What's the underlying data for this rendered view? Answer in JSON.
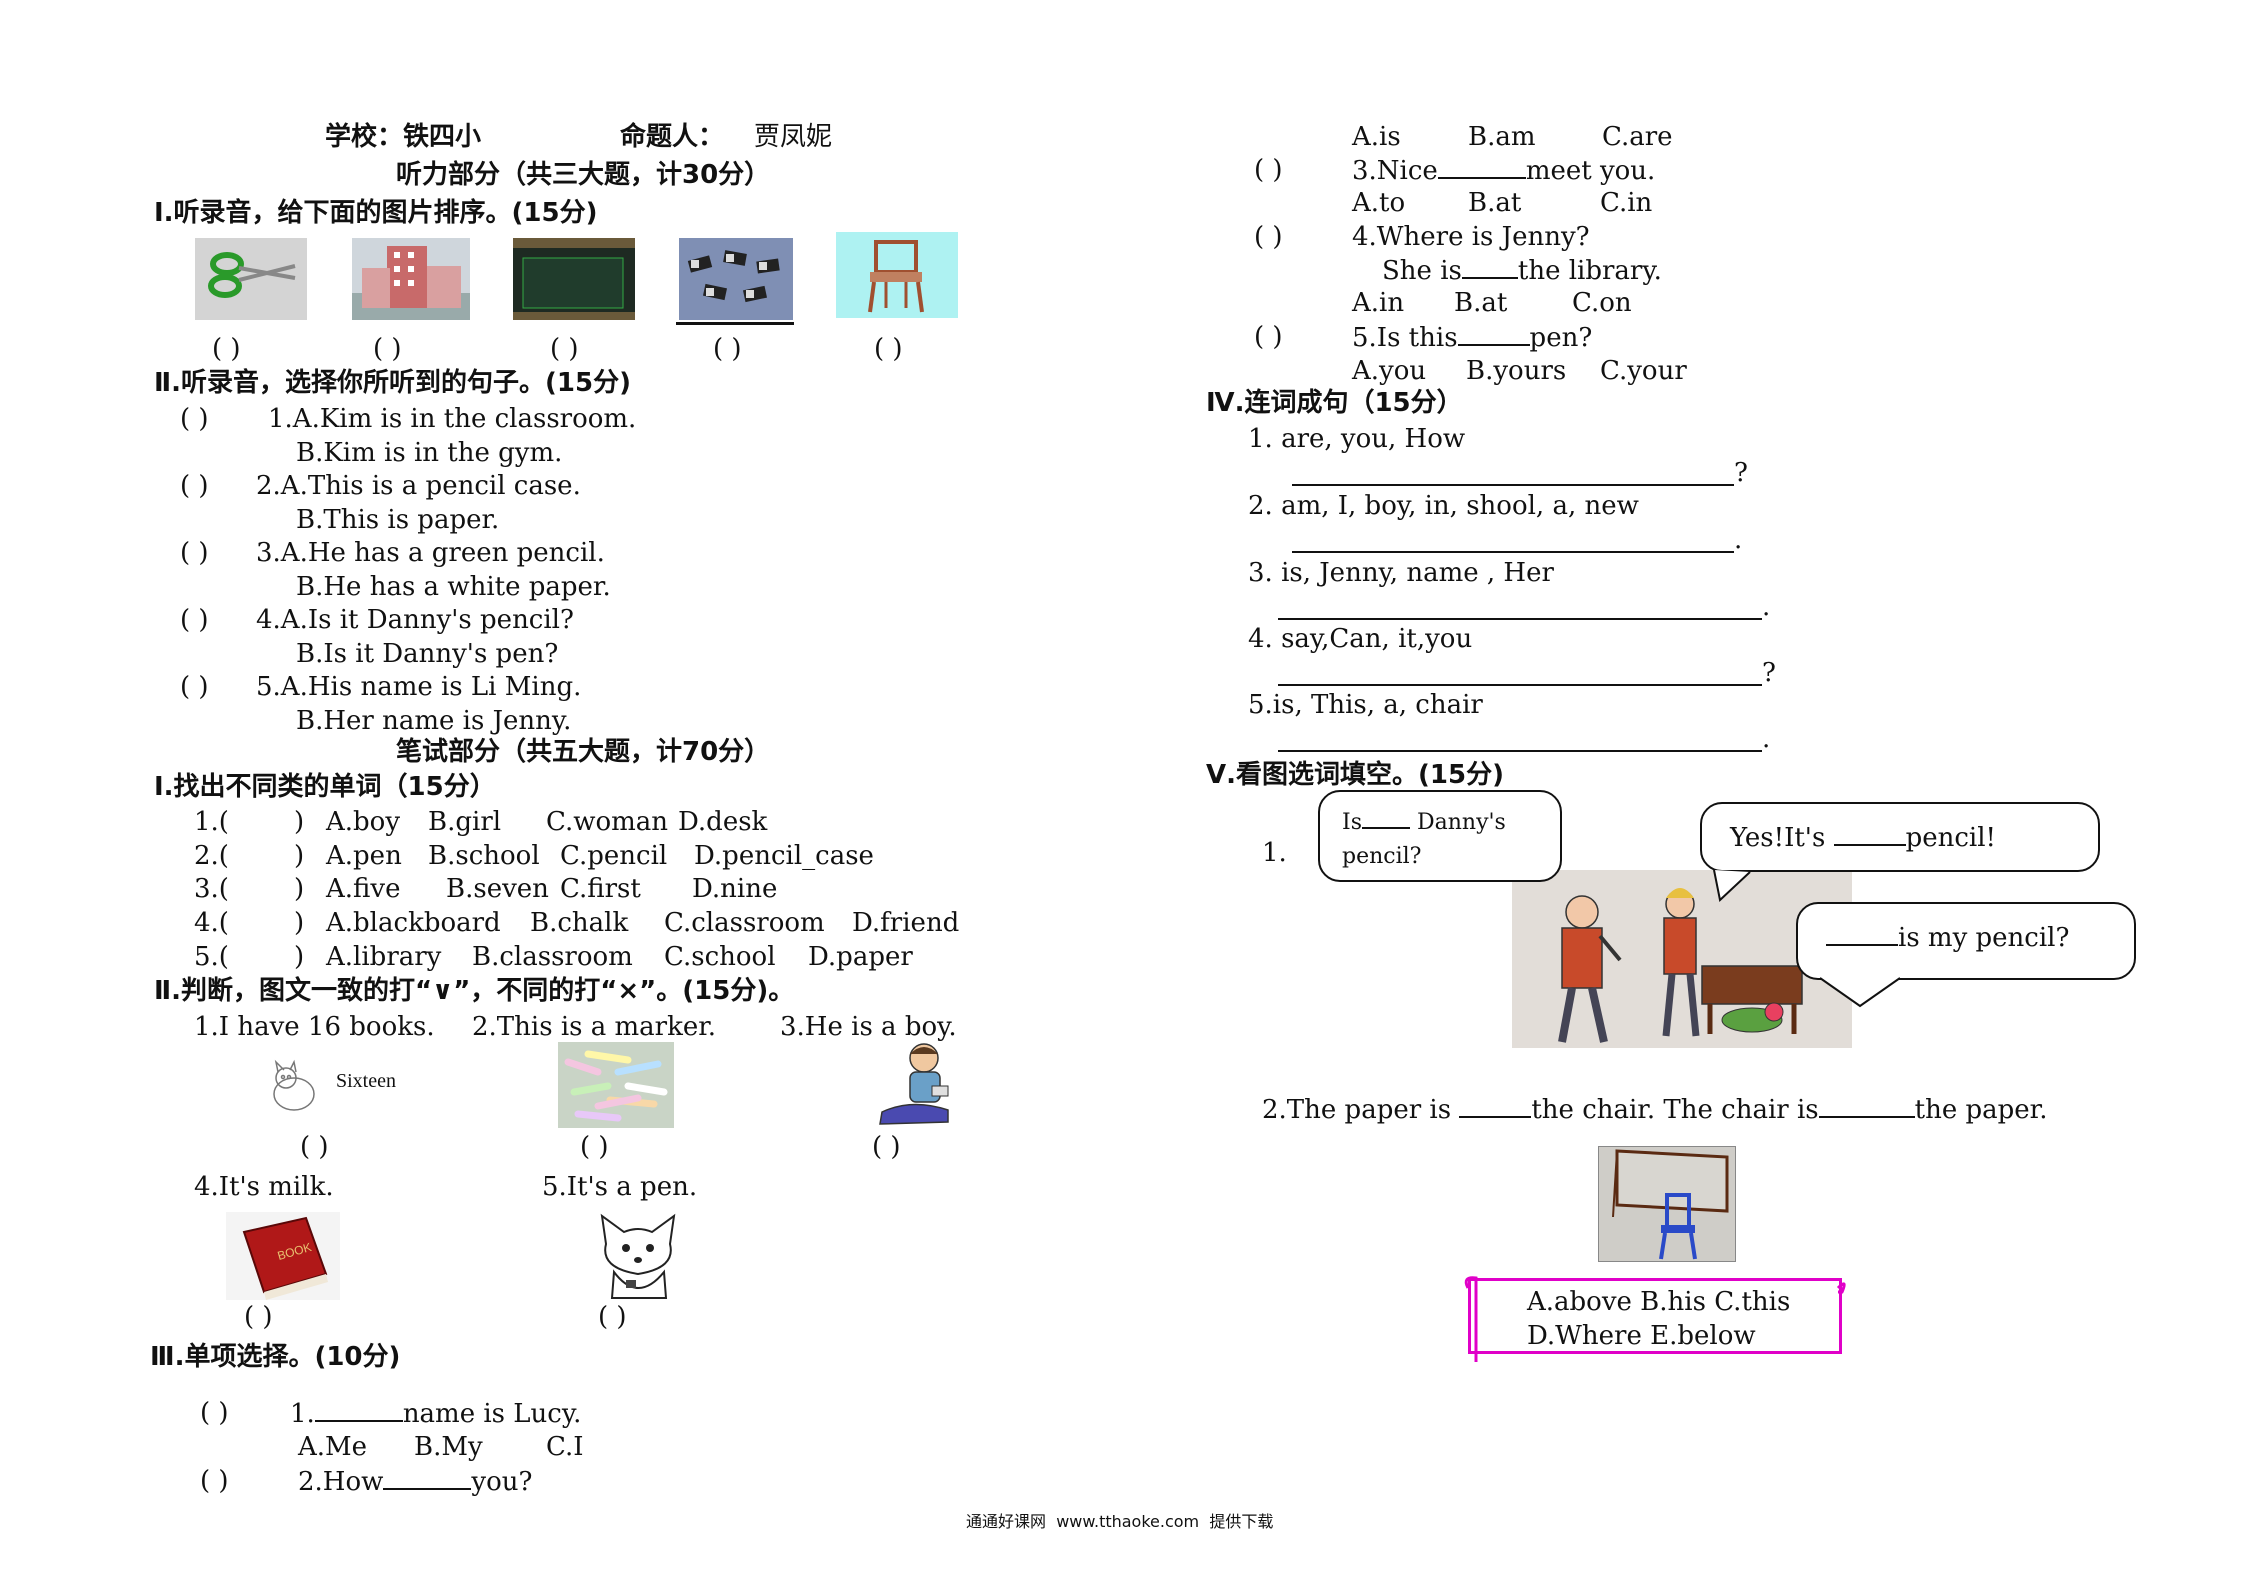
{
  "header": {
    "school": "学校：铁四小",
    "author_label": "命题人：",
    "author": "贾凤妮"
  },
  "listening_title": "听力部分（共三大题，计30分）",
  "l1": {
    "title": "Ⅰ.听录音，给下面的图片排序。(15分)",
    "blank": "(  )",
    "pictures": [
      "scissors-image",
      "school-building-image",
      "blackboard-image",
      "erasers-image",
      "chair-image"
    ]
  },
  "l2": {
    "title": "Ⅱ.听录音，选择你所听到的句子。(15分)",
    "items": [
      {
        "paren": "(    )",
        "a": "1.A.Kim is in the classroom.",
        "b": "B.Kim is in the gym."
      },
      {
        "paren": "(    )",
        "a": "2.A.This is a pencil case.",
        "b": "B.This is paper."
      },
      {
        "paren": "(    )",
        "a": "3.A.He has a green pencil.",
        "b": "B.He has a white paper."
      },
      {
        "paren": "(    )",
        "a": "4.A.Is it Danny's pencil?",
        "b": "B.Is it Danny's pen?"
      },
      {
        "paren": "(    )",
        "a": "5.A.His name is Li Ming.",
        "b": "B.Her name is Jenny."
      }
    ]
  },
  "written_title": "笔试部分（共五大题，计70分）",
  "w1": {
    "title": "Ⅰ.找出不同类的单词（15分）",
    "rows": [
      {
        "num": "1.(",
        "paren": ")",
        "a": "A.boy",
        "b": "B.girl",
        "c": "C.woman",
        "d": "D.desk"
      },
      {
        "num": "2.(",
        "paren": ")",
        "a": "A.pen",
        "b": "B.school",
        "c": "C.pencil",
        "d": "D.pencil_case"
      },
      {
        "num": "3.(",
        "paren": ")",
        "a": "A.five",
        "b": "B.seven",
        "c": "C.first",
        "d": "D.nine"
      },
      {
        "num": "4.(",
        "paren": ")",
        "a": "A.blackboard",
        "b": "B.chalk",
        "c": "C.classroom",
        "d": "D.friend"
      },
      {
        "num": "5.(",
        "paren": ")",
        "a": "A.library",
        "b": "B.classroom",
        "c": "C.school",
        "d": "D.paper"
      }
    ]
  },
  "w2": {
    "title": "Ⅱ.判断，图文一致的打“∨”，不同的打“×”。(15分)。",
    "s1": "1.I have 16 books.",
    "s2": "2.This is a marker.",
    "s3": "3.He is a boy.",
    "s4": "4.It's milk.",
    "s5": "5.It's a pen.",
    "sixteen": "Sixteen",
    "paren": "(     )"
  },
  "w3": {
    "title": "Ⅲ.单项选择。(10分)",
    "q1": {
      "paren": "(    )",
      "pre": "1.",
      "post": "name is Lucy.",
      "a": "A.Me",
      "b": "B.My",
      "c": "C.I"
    },
    "q2": {
      "paren": "(    )",
      "pre": "2.How",
      "post": "you?",
      "a": "A.is",
      "b": "B.am",
      "c": "C.are"
    },
    "q3": {
      "paren": "(    )",
      "pre": "3.Nice",
      "post": "meet you.",
      "a": "A.to",
      "b": "B.at",
      "c": "C.in"
    },
    "q4": {
      "paren": "(    )",
      "line1": "4.Where is  Jenny?",
      "pre": "She is",
      "post": "the library.",
      "a": "A.in",
      "b": "B.at",
      "c": "C.on"
    },
    "q5": {
      "paren": "(    )",
      "pre": "5.Is this",
      "post": "pen?",
      "a": "A.you",
      "b": "B.yours",
      "c": "C.your"
    }
  },
  "w4": {
    "title": "Ⅳ.连词成句（15分）",
    "items": [
      {
        "words": "1.  are, you, How",
        "end": "?"
      },
      {
        "words": "2.  am, I, boy, in, shool, a, new",
        "end": "."
      },
      {
        "words": "3.  is, Jenny, name , Her",
        "end": "."
      },
      {
        "words": "4.  say,Can, it,you",
        "end": "?"
      },
      {
        "words": "5.is, This, a, chair",
        "end": "."
      }
    ]
  },
  "w5": {
    "title": "Ⅴ.看图选词填空。(15分)",
    "num1": "1.",
    "bubble1_pre": "Is",
    "bubble1_post": "Danny's",
    "bubble1_line2": "pencil?",
    "bubble2_pre": "Yes!It's",
    "bubble2_post": "pencil!",
    "bubble3_post": "is my pencil?",
    "q2_pre": "2.The paper is",
    "q2_mid": "the chair. The chair is",
    "q2_post": "the paper.",
    "options_line1": "A.above B.his C.this",
    "options_line2": "D.Where E.below"
  },
  "footer": {
    "site_cn": "通通好课网",
    "url": "www.tthaoke.com",
    "tail": "提供下载"
  },
  "colors": {
    "scroll_border": "#e000c8",
    "text": "#111111"
  }
}
